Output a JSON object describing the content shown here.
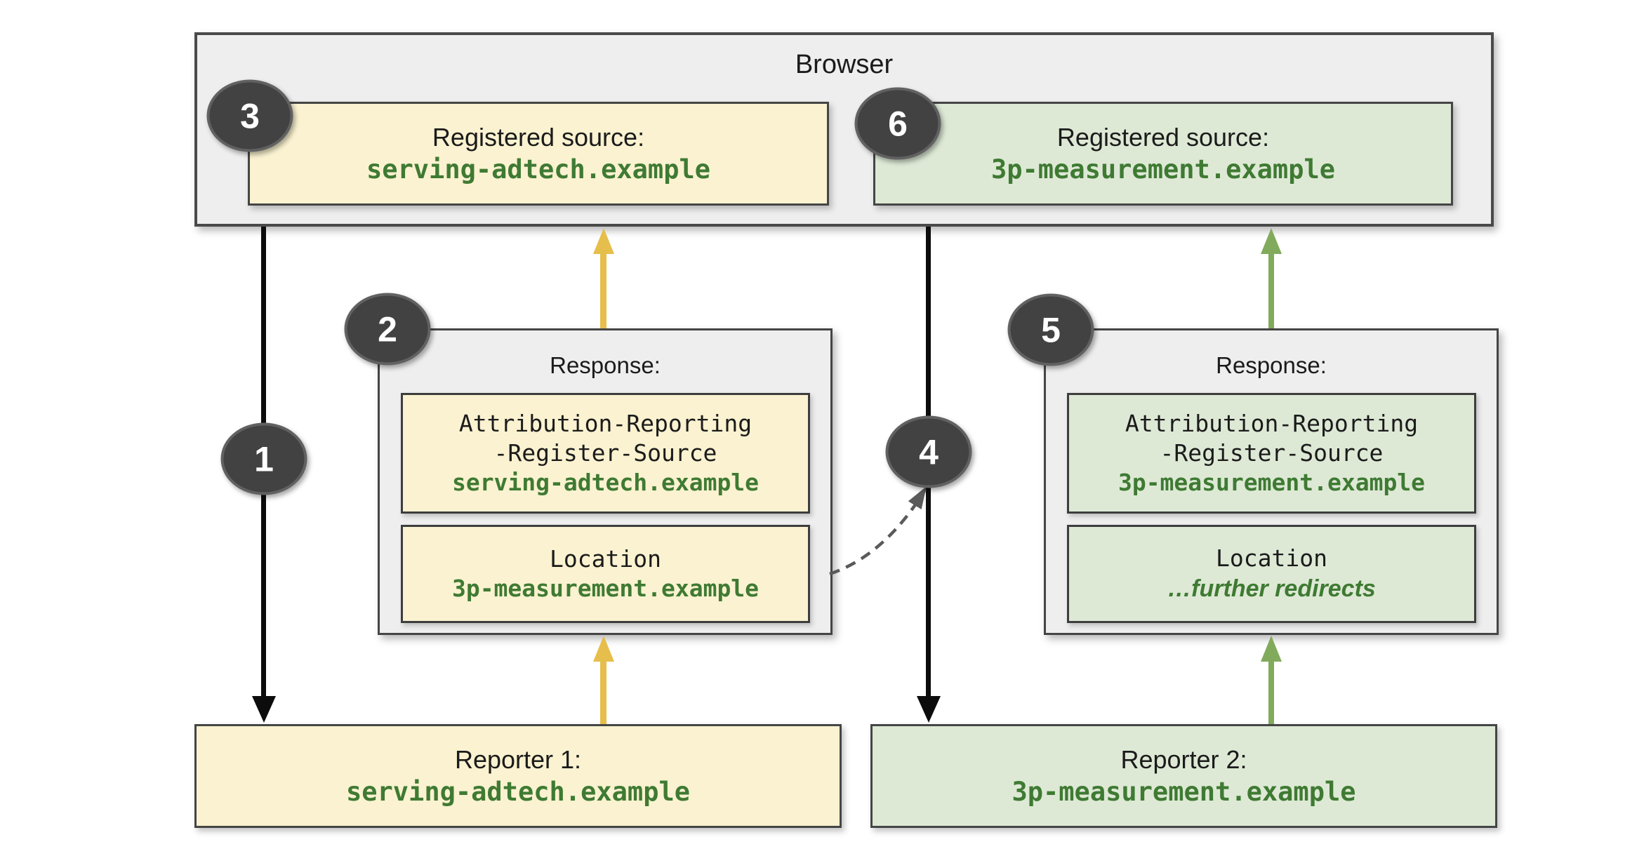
{
  "colors": {
    "yellow_fill": "#FAF2D0",
    "green_fill": "#DDE9D5",
    "gray_fill": "#EEEEEE",
    "border_dark": "#454545",
    "green_text": "#3F7A33",
    "yellow_arrow": "#E6BE4C",
    "green_arrow": "#82AA5C",
    "black_arrow": "#0C0C0C",
    "badge_fill": "#424242",
    "dashed_arrow": "#5A5A5A"
  },
  "browser": {
    "title": "Browser"
  },
  "registered_sources": [
    {
      "badge": "3",
      "label": "Registered source:",
      "domain": "serving-adtech.example"
    },
    {
      "badge": "6",
      "label": "Registered source:",
      "domain": "3p-measurement.example"
    }
  ],
  "responses": [
    {
      "badge": "2",
      "header": "Response:",
      "register_source": {
        "line1": "Attribution-Reporting",
        "line2": "-Register-Source",
        "domain": "serving-adtech.example"
      },
      "location": {
        "label": "Location",
        "value": "3p-measurement.example"
      }
    },
    {
      "badge": "5",
      "header": "Response:",
      "register_source": {
        "line1": "Attribution-Reporting",
        "line2": "-Register-Source",
        "domain": "3p-measurement.example"
      },
      "location": {
        "label": "Location",
        "value": "…further redirects"
      }
    }
  ],
  "reporters": [
    {
      "label": "Reporter 1:",
      "domain": "serving-adtech.example"
    },
    {
      "label": "Reporter 2:",
      "domain": "3p-measurement.example"
    }
  ],
  "flow_badges": {
    "step1": "1",
    "step4": "4"
  }
}
